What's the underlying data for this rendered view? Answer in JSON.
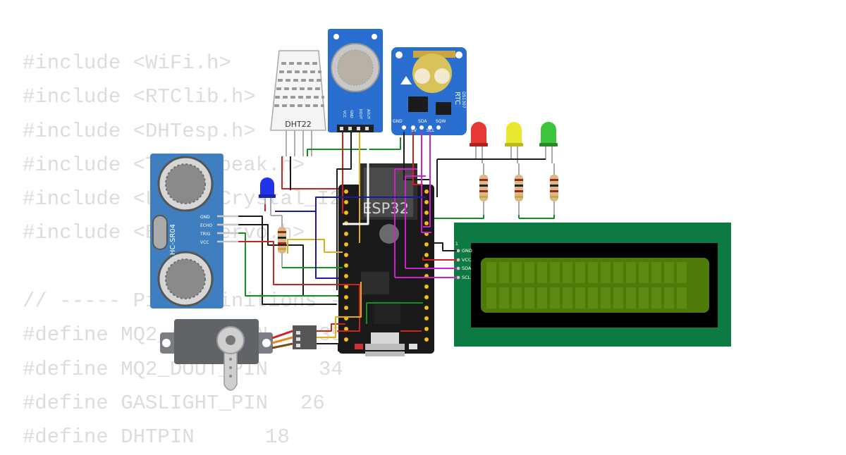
{
  "code": {
    "lines": [
      {
        "text": "#include <WiFi.h>"
      },
      {
        "text": "#include <RTClib.h>"
      },
      {
        "text": "#include <DHTesp.h>"
      },
      {
        "text": "#include <ThingSpeak.h>"
      },
      {
        "text": "#include <LiquidCrystal_I2C.h>"
      },
      {
        "text": "#include <ESP32Servo.h>"
      },
      {
        "text": ""
      },
      {
        "text": "// ----- Pin Definitions -----"
      },
      {
        "text": "#define MQ2_AOUT_PIN",
        "value": "35"
      },
      {
        "text": "#define MQ2_DOUT_PIN",
        "value": "34"
      },
      {
        "text": "#define GASLIGHT_PIN",
        "value": "26"
      },
      {
        "text": "#define DHTPIN",
        "value": "18"
      }
    ]
  },
  "components": {
    "dht22": {
      "label": "DHT22"
    },
    "mq2": {
      "pins": [
        "VCC",
        "GND",
        "DOUT",
        "AOUT"
      ]
    },
    "rtc": {
      "title": "RTC",
      "chip": "DS1307",
      "pins": [
        "GND",
        "5V",
        "SDA",
        "SCL",
        "SQW"
      ]
    },
    "ultrasonic": {
      "label": "HC-SR04",
      "pins": [
        "GND",
        "ECHO",
        "TRIG",
        "VCC"
      ]
    },
    "esp32": {
      "label": "ESP32"
    },
    "lcd": {
      "pin_number": "1",
      "pins": [
        "GND",
        "VCC",
        "SDA",
        "SCL"
      ]
    },
    "leds": [
      {
        "color": "red",
        "fill": "#e53935"
      },
      {
        "color": "yellow",
        "fill": "#e8e830"
      },
      {
        "color": "green",
        "fill": "#3cc43c"
      }
    ],
    "blue_led": {
      "fill": "#2233ee"
    }
  },
  "colors": {
    "esp32_board": "#1a1a1a",
    "pcb_blue": "#2a6fcf",
    "lcd_frame": "#0e7a43",
    "lcd_screen": "#4e7a0a",
    "ultrasonic_board": "#3f7fbf",
    "servo_body": "#606468"
  }
}
